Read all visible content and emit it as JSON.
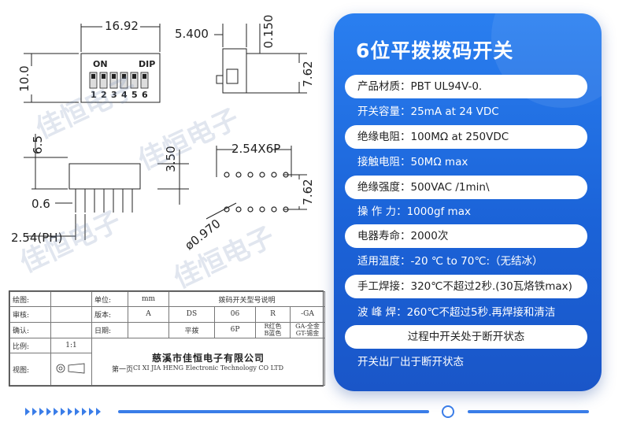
{
  "drawing": {
    "dims": {
      "width_total": "16.92",
      "offset_top": "5.400",
      "offset_small": "0.150",
      "height_left": "10.0",
      "height_right": "7.62",
      "pin_height": "6.5",
      "body_height": "3.50",
      "pin_width": "0.6",
      "pitch": "2.54(PH)",
      "pitch_count": "2.54X6P",
      "hole_dia": "ø0.970",
      "row_spacing": "7.62"
    },
    "switch_labels": {
      "on": "ON",
      "dip": "DIP",
      "numbers": [
        "1",
        "2",
        "3",
        "4",
        "5",
        "6"
      ]
    },
    "watermark": [
      "佳恒电子",
      "佳恒电子",
      "佳恒电子",
      "佳恒电子"
    ]
  },
  "titleblock": {
    "r1": [
      "绘图:",
      "",
      "单位:",
      "mm",
      "拨码开关型号说明"
    ],
    "r2": [
      "审核:",
      "",
      "版本:",
      "A",
      "DS",
      "06",
      "R",
      "-GA"
    ],
    "r3": [
      "确认:",
      "",
      "日期:",
      "",
      "平拨",
      "6P",
      "R红色\nB蓝色",
      "GA-全金\nGT-锡金"
    ],
    "r4": [
      "比例:",
      "1:1"
    ],
    "r5": [
      "视图:",
      "",
      "第一页"
    ],
    "company_cn": "慈溪市佳恒电子有限公司",
    "company_en": "CI XI JIA HENG Electronic Technology CO LTD"
  },
  "panel": {
    "title": "6位平拨拨码开关",
    "rows": [
      "产品材质：PBT UL94V-0.",
      "开关容量：25mA at 24 VDC",
      "绝缘电阻：100MΩ at 250VDC",
      "接触电阻：50MΩ max",
      "绝缘强度：500VAC /1min\\",
      "操  作  力：1000gf max",
      "电器寿命：2000次",
      "适用温度：-20 ℃ to 70℃:（无结冰）",
      "手工焊接：320℃不超过2秒.(30瓦烙铁max)",
      "波  峰  焊：260℃不超过5秒.再焊接和清洁",
      "过程中开关处于断开状态",
      "开关出厂出于断开状态"
    ]
  },
  "colors": {
    "panel_blue": "#1b63d8",
    "accent_blue": "#3a7de8",
    "pill_white": "#ffffff"
  }
}
